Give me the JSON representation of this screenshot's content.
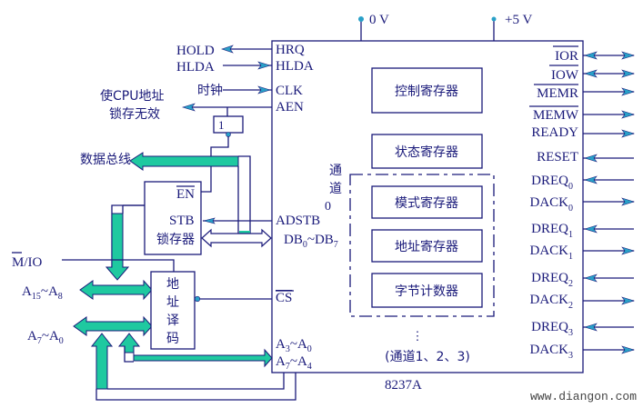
{
  "chip": {
    "name": "8237A",
    "power": {
      "gnd": "0 V",
      "vcc": "+5 V"
    },
    "left_pins": [
      "HRQ",
      "HLDA",
      "CLK",
      "AEN",
      "ADSTB",
      "DB0~DB7",
      "CS",
      "A3~A0",
      "A7~A4"
    ],
    "right_pins": [
      "IOR",
      "IOW",
      "MEMR",
      "MEMW",
      "READY",
      "RESET",
      "DREQ0",
      "DACK0",
      "DREQ1",
      "DACK1",
      "DREQ2",
      "DACK2",
      "DREQ3",
      "DACK3"
    ],
    "registers": [
      "控制寄存器",
      "状态寄存器",
      "模式寄存器",
      "地址寄存器",
      "字节计数器"
    ],
    "channel0_label": [
      "通",
      "道",
      "0"
    ],
    "other_channels": "(通道1、2、3)",
    "ellipsis": "⋮"
  },
  "external": {
    "hold": "HOLD",
    "hlda": "HLDA",
    "clock": "时钟",
    "aen_note_line1": "使CPU地址",
    "aen_note_line2": "锁存无效",
    "inverter": "1",
    "data_bus": "数据总线",
    "latch": {
      "en": "EN",
      "stb": "STB",
      "name": "锁存器"
    },
    "mio": "M/IO",
    "a15_a8": "A15~A8",
    "a7_a0": "A7~A0",
    "decoder": [
      "地",
      "址",
      "译",
      "码"
    ]
  },
  "watermark": "www.diangon.com",
  "colors": {
    "line": "#1a1a7a",
    "bus": "#1fc9a0",
    "arrow": "#29a0c8"
  }
}
